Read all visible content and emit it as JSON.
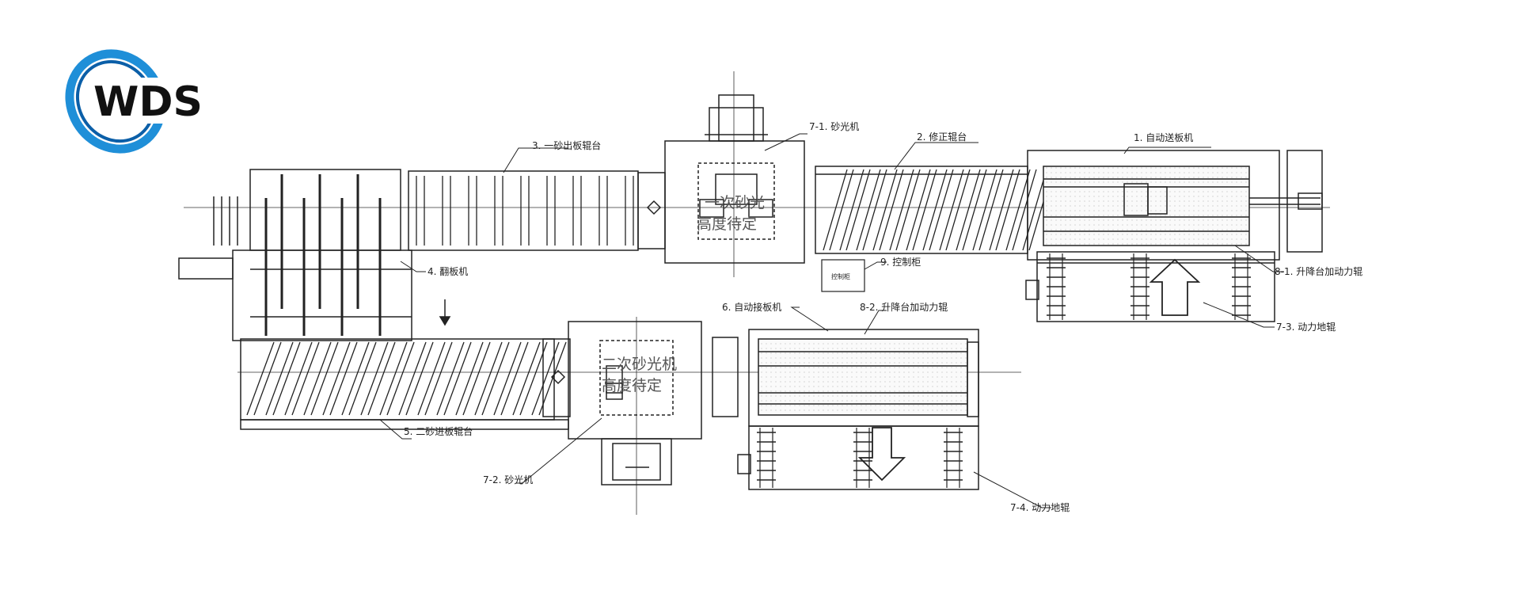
{
  "logo": {
    "text": "WDS",
    "ring_color": "#1f8fd8",
    "ring_color_dark": "#0b5fa8"
  },
  "labels": {
    "l1": "1. 自动送板机",
    "l2": "2. 修正辊台",
    "l3": "3. 一砂出板辊台",
    "l4": "4. 翻板机",
    "l5": "5. 二砂进板辊台",
    "l6": "6. 自动接板机",
    "l7_1": "7-1. 砂光机",
    "l7_2": "7-2. 砂光机",
    "l7_3": "7-3. 动力地辊",
    "l7_4": "7-4. 动力地辊",
    "l8_1": "8-1. 升降台加动力辊",
    "l8_2": "8-2. 升降台加动力辊",
    "l9": "9. 控制柜"
  },
  "machine1": {
    "line1": "一次砂光",
    "line2": "高度待定"
  },
  "machine2": {
    "line1": "二次砂光机",
    "line2": "高度待定"
  },
  "cabinet": {
    "text": "控制柜"
  },
  "colors": {
    "line": "#222222",
    "fill_light": "#f2f2f2"
  }
}
